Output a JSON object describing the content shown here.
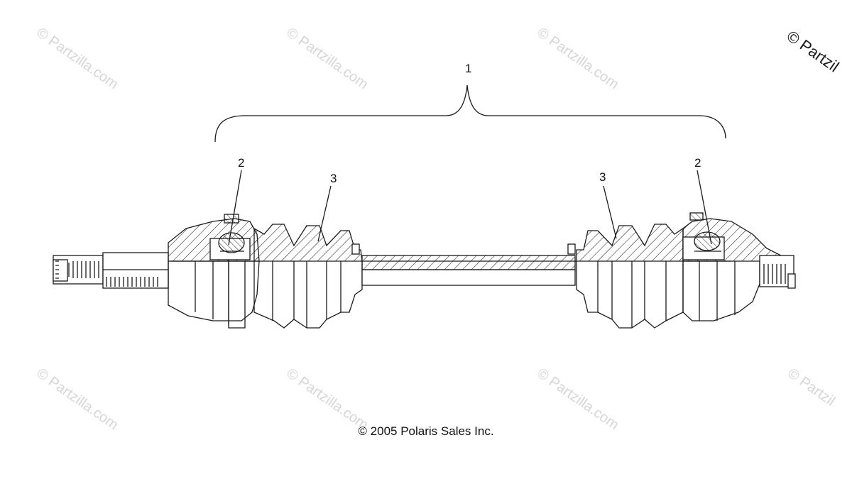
{
  "callouts": {
    "assembly": "1",
    "cv_joint_left": "2",
    "cv_joint_right": "2",
    "boot_left": "3",
    "boot_right": "3"
  },
  "watermark": {
    "text": "© Partzilla.com",
    "corner_text": "© Partzil"
  },
  "copyright": "© 2005 Polaris Sales Inc."
}
